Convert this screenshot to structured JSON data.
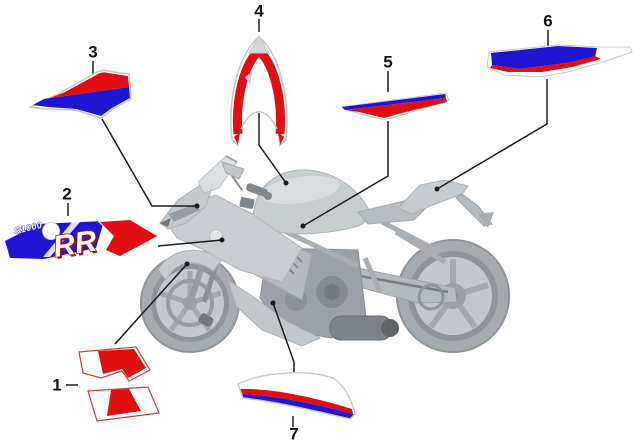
{
  "diagram": {
    "background": "#ffffff",
    "colors": {
      "decal_red": "#e10f0f",
      "decal_blue": "#1e16d2",
      "leader_line": "#1a1a1a",
      "body_grey": "#c7cbcf",
      "outline_grey": "#c4c8cc"
    },
    "callouts": [
      {
        "label": "1"
      },
      {
        "label": "2"
      },
      {
        "label": "3"
      },
      {
        "label": "4"
      },
      {
        "label": "5"
      },
      {
        "label": "6"
      },
      {
        "label": "7"
      }
    ],
    "decal_text": {
      "model_code": "S1000",
      "rr": "RR"
    }
  }
}
